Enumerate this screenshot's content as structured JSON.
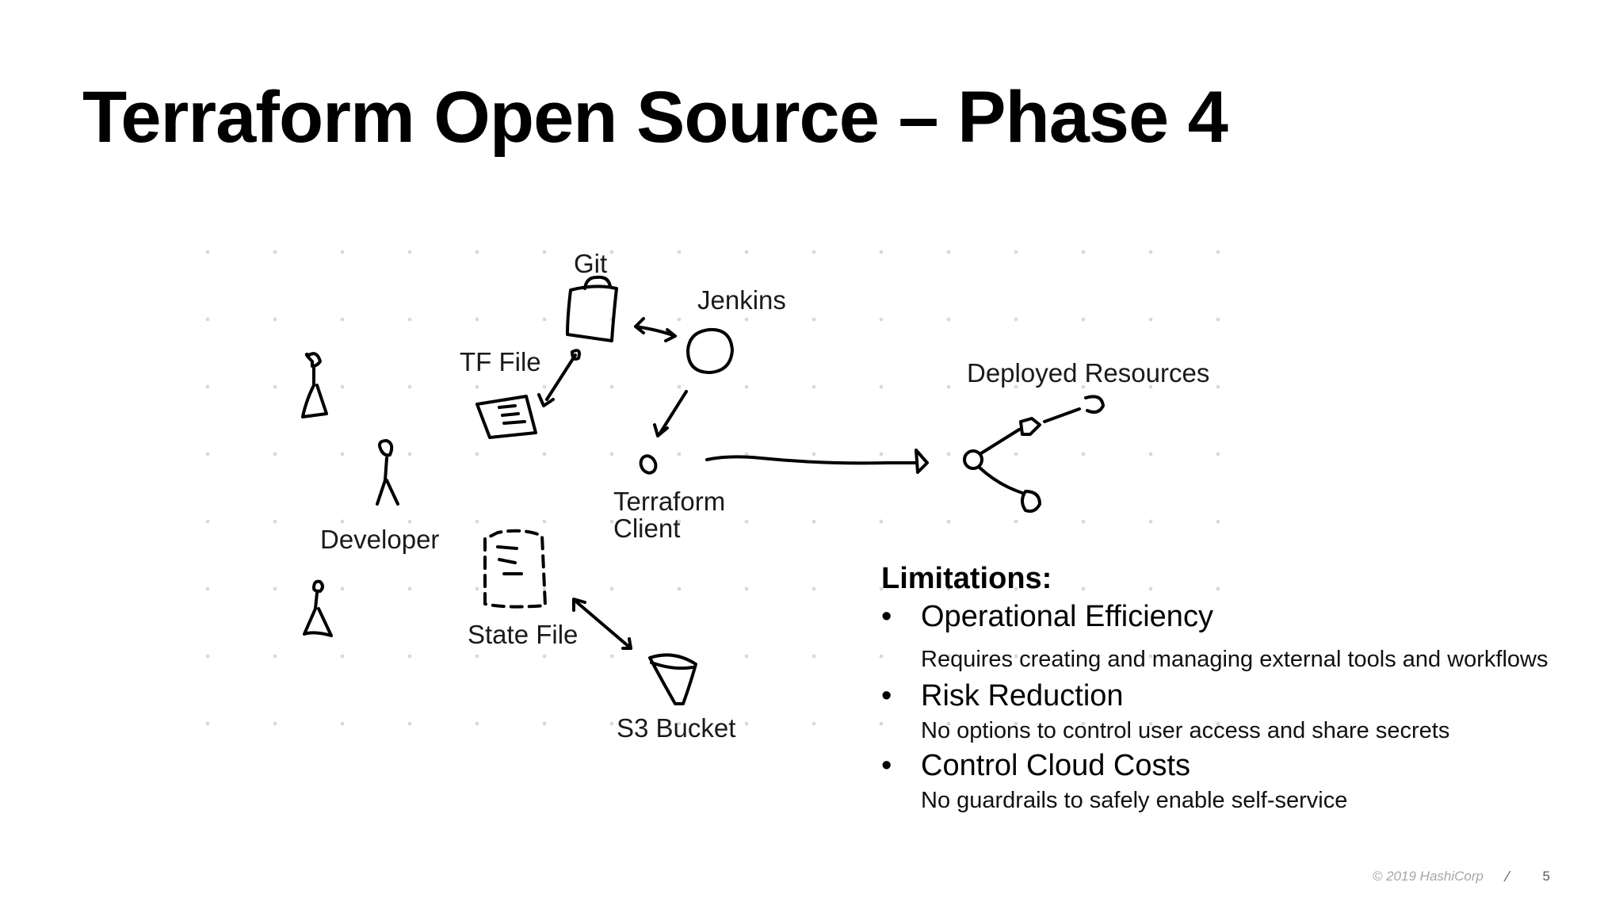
{
  "slide": {
    "title": "Terraform Open Source – Phase 4"
  },
  "diagram": {
    "labels": {
      "git": "Git",
      "jenkins": "Jenkins",
      "tf_file": "TF File",
      "deployed_resources": "Deployed Resources",
      "developer": "Developer",
      "terraform_client_line1": "Terraform",
      "terraform_client_line2": "Client",
      "state_file": "State File",
      "s3_bucket": "S3 Bucket"
    }
  },
  "limitations": {
    "heading": "Limitations:",
    "items": [
      {
        "bullet": "•",
        "title": "Operational Efficiency",
        "description": "Requires creating and managing external tools and workflows"
      },
      {
        "bullet": "•",
        "title": "Risk Reduction",
        "description": "No options to control user access and share secrets"
      },
      {
        "bullet": "•",
        "title": "Control Cloud Costs",
        "description": "No guardrails to safely enable self-service"
      }
    ]
  },
  "footer": {
    "copyright": "© 2019 HashiCorp",
    "separator": "⁄",
    "page_number": "5"
  },
  "colors": {
    "text": "#000000",
    "dot_grid": "#d9d9d9",
    "footer_text": "#a6a6a6"
  }
}
